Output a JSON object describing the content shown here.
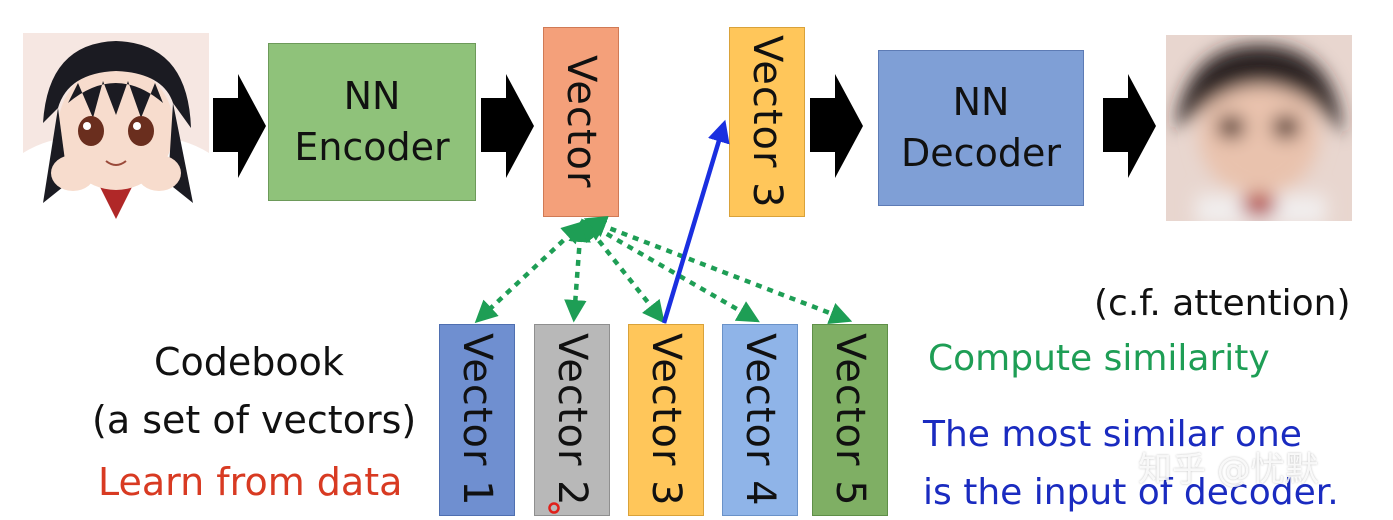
{
  "pipeline": {
    "encoder_label_line1": "NN",
    "encoder_label_line2": "Encoder",
    "vector_label": "Vector",
    "selected_vector_label": "Vector 3",
    "decoder_label_line1": "NN",
    "decoder_label_line2": "Decoder"
  },
  "codebook": {
    "title": "Codebook",
    "subtitle": "(a set of vectors)",
    "learn_note": "Learn from data",
    "vectors": [
      "Vector 1",
      "Vector 2",
      "Vector 3",
      "Vector 4",
      "Vector 5"
    ]
  },
  "notes": {
    "cf_attention": "(c.f. attention)",
    "compute_similarity": "Compute similarity",
    "most_similar_line1": "The most similar one",
    "most_similar_line2": "is the input of decoder."
  },
  "watermark": "知乎 @忧默",
  "colors": {
    "encoder_fill": "#8fc27a",
    "decoder_fill": "#7f9fd6",
    "vector_fill": "#f4a07a",
    "vector3_fill": "#ffc65a",
    "cb_v1": "#6f8fd0",
    "cb_v2": "#b8b8b8",
    "cb_v3": "#ffc65a",
    "cb_v4": "#8fb4e8",
    "cb_v5": "#7faf64",
    "similarity_green": "#1e9e55",
    "selection_blue": "#1a2fe0",
    "learn_red": "#d83a22",
    "decoder_blue_text": "#1a2bc0"
  }
}
